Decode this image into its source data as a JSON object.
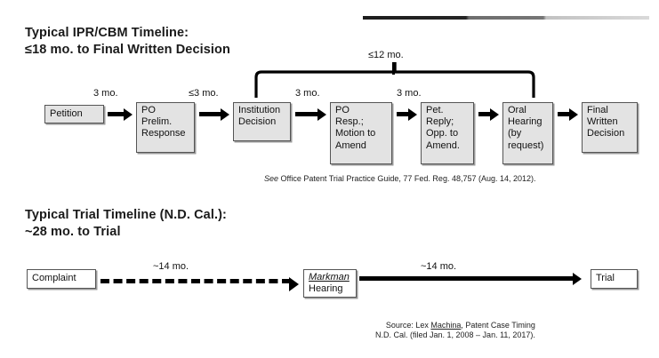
{
  "decor": {
    "top_rule_colors": [
      "#1d1d1d",
      "#767676",
      "#d9d9d9"
    ]
  },
  "ipr_section": {
    "title_line1": "Typical IPR/CBM Timeline:",
    "title_line2_prefix": "≤",
    "title_line2": "18 mo. to Final Written Decision",
    "span_label": "≤12 mo.",
    "nodes": [
      {
        "id": "petition",
        "label": "Petition",
        "style": "grey"
      },
      {
        "id": "po-prelim",
        "label": "PO\nPrelim.\nResponse",
        "style": "grey"
      },
      {
        "id": "institution",
        "label": "Institution\nDecision",
        "style": "grey"
      },
      {
        "id": "po-resp",
        "label": "PO\nResp.;\nMotion to\nAmend",
        "style": "grey"
      },
      {
        "id": "pet-reply",
        "label": "Pet.\nReply;\nOpp. to\nAmend.",
        "style": "grey"
      },
      {
        "id": "oral-hearing",
        "label": "Oral\nHearing\n(by\nrequest)",
        "style": "grey"
      },
      {
        "id": "final-wd",
        "label": "Final\nWritten\nDecision",
        "style": "grey"
      }
    ],
    "durations": [
      {
        "id": "d1",
        "label": "3 mo."
      },
      {
        "id": "d2",
        "label": "≤3 mo."
      },
      {
        "id": "d3",
        "label": "3 mo."
      },
      {
        "id": "d4",
        "label": "3 mo."
      }
    ],
    "citation_italic": "See",
    "citation_rest": " Office Patent Trial Practice Guide, 77 Fed. Reg. 48,757 (Aug. 14, 2012)."
  },
  "trial_section": {
    "title_line1": "Typical Trial Timeline (N.D. Cal.):",
    "title_line2": "~28 mo. to Trial",
    "nodes": [
      {
        "id": "complaint",
        "label": "Complaint",
        "style": "white"
      },
      {
        "id": "markman",
        "label_italic": "Markman",
        "label_rest": "Hearing",
        "style": "white"
      },
      {
        "id": "trial",
        "label": "Trial",
        "style": "white"
      }
    ],
    "durations": [
      {
        "id": "t1",
        "label": "~14 mo."
      },
      {
        "id": "t2",
        "label": "~14 mo."
      }
    ],
    "citation_line1_a": "Source: Lex ",
    "citation_line1_b": "Machina",
    "citation_line1_c": ", Patent Case Timing",
    "citation_line2": "N.D. Cal. (filed Jan. 1, 2008 – Jan. 11, 2017)."
  }
}
